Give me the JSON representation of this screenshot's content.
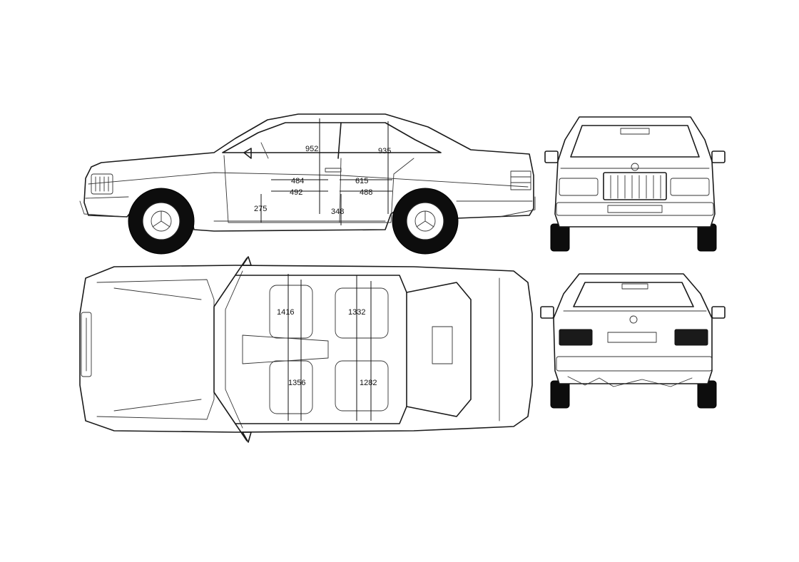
{
  "views": {
    "side": {
      "dimensions": {
        "roof_front": "952",
        "roof_rear": "935",
        "door_upper_front": "484",
        "door_upper_rear": "615",
        "door_lower_front": "492",
        "door_lower_rear": "488",
        "sill_front": "275",
        "sill_rear": "348"
      }
    },
    "top": {
      "dimensions": {
        "shoulder_front": "1416",
        "shoulder_rear": "1332",
        "hip_front": "1356",
        "hip_rear": "1282"
      }
    },
    "front": {},
    "rear": {}
  }
}
